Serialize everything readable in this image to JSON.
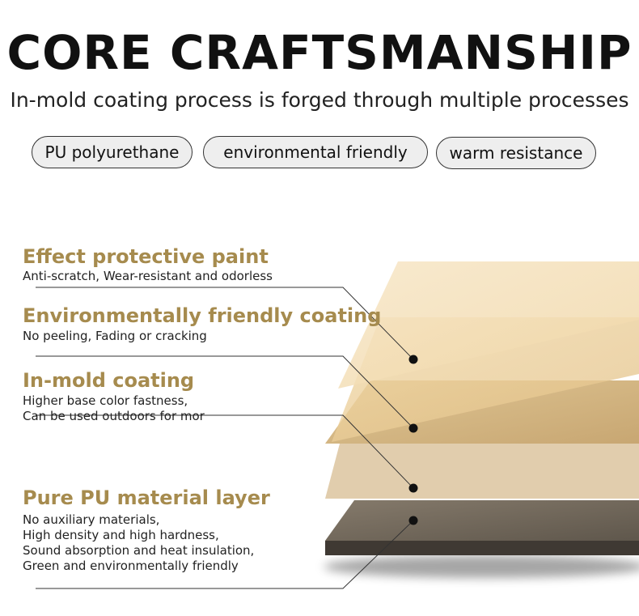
{
  "header": {
    "title": "CORE CRAFTSMANSHIP",
    "subtitle": "In-mold coating process is forged through multiple processes"
  },
  "tags": [
    "PU polyurethane",
    "environmental friendly",
    "warm resistance"
  ],
  "layers": [
    {
      "title": "Effect protective paint",
      "desc": [
        "Anti-scratch, Wear-resistant and odorless"
      ]
    },
    {
      "title": "Environmentally friendly coating",
      "desc": [
        "No peeling, Fading or cracking"
      ]
    },
    {
      "title": "In-mold coating",
      "desc": [
        "Higher base color fastness,",
        "Can be used outdoors for mor"
      ]
    },
    {
      "title": "Pure PU material layer",
      "desc": [
        "No auxiliary materials,",
        "High density and high hardness,",
        "Sound absorption and heat insulation,",
        "Green and environmentally friendly"
      ]
    }
  ],
  "colors": {
    "accent_title": "#a68b4e",
    "pill_bg": "#eeeeee",
    "layer_top": "#f3dcb2",
    "layer_coating": "#e8c890",
    "layer_inmold": "#c9a56a",
    "layer_base": "#6f6558"
  }
}
